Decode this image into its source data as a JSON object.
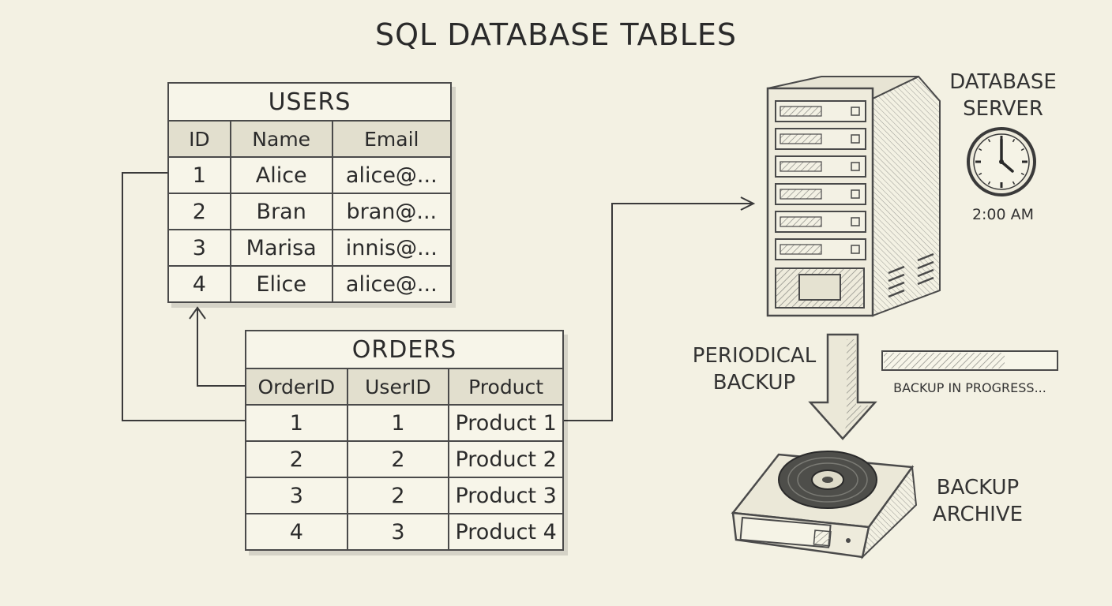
{
  "title": "SQL DATABASE TABLES",
  "users": {
    "caption": "USERS",
    "columns": [
      "ID",
      "Name",
      "Email"
    ],
    "rows": [
      [
        "1",
        "Alice",
        "alice@..."
      ],
      [
        "2",
        "Bran",
        "bran@..."
      ],
      [
        "3",
        "Marisa",
        "innis@..."
      ],
      [
        "4",
        "Elice",
        "alice@..."
      ]
    ]
  },
  "orders": {
    "caption": "ORDERS",
    "columns": [
      "OrderID",
      "UserID",
      "Product"
    ],
    "rows": [
      [
        "1",
        "1",
        "Product 1"
      ],
      [
        "2",
        "2",
        "Product 2"
      ],
      [
        "3",
        "2",
        "Product 3"
      ],
      [
        "4",
        "3",
        "Product 4"
      ]
    ]
  },
  "server": {
    "label_line1": "DATABASE",
    "label_line2": "SERVER",
    "icon": "server-rack-icon"
  },
  "clock": {
    "time": "2:00 AM",
    "icon": "clock-icon"
  },
  "backup": {
    "label_line1": "PERIODICAL",
    "label_line2": "BACKUP",
    "icon": "down-arrow-icon"
  },
  "progress": {
    "label": "BACKUP IN PROGRESS...",
    "fraction": 0.7
  },
  "archive": {
    "label_line1": "BACKUP",
    "label_line2": "ARCHIVE",
    "icon": "disk-drive-icon"
  }
}
